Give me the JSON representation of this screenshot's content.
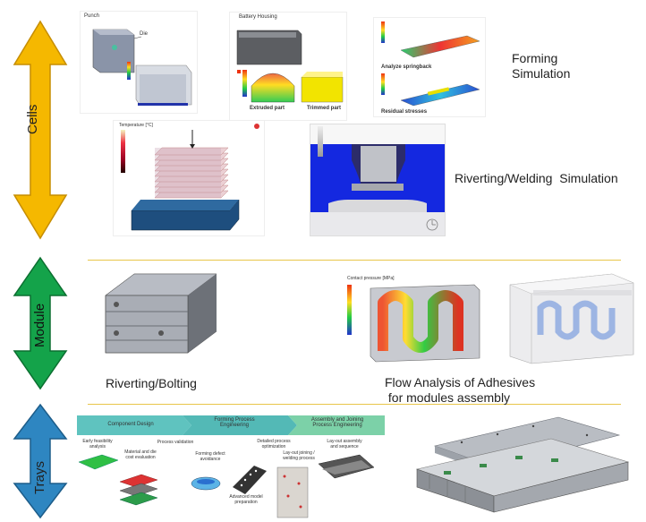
{
  "colors": {
    "cells": "#f5b800",
    "module": "#14a34a",
    "trays": "#2e86c1",
    "separator": "#e8c64a",
    "steps": "#3fb5b3"
  },
  "arrows": {
    "cells": "Cells",
    "module": "Module",
    "trays": "Trays"
  },
  "sections": {
    "forming": "Forming\nSimulation",
    "riveting_welding": "Riverting/Welding  Simulation",
    "riveting_bolting": "Riverting/Bolting",
    "flow_analysis": "Flow Analysis of Adhesives\n for modules assembly"
  },
  "images": {
    "punch": {
      "punch": "Punch",
      "die": "Die"
    },
    "battery": {
      "title": "Battery Housing",
      "extruded": "Extruded part",
      "trimmed": "Trimmed part"
    },
    "springback": {
      "analyze": "Analyze springback",
      "residual": "Residual stresses"
    },
    "weld_legend": "Temperature [°C]",
    "flow_legend": "Contact pressure [MPa]"
  },
  "process": {
    "steps": [
      "Component Design",
      "Forming Process\nEngineering",
      "Assembly and Joining\nProcess Engineering"
    ],
    "items": [
      "Early feasibility\nanalysis",
      "Material and die\ncost evaluation",
      "Process validation",
      "Forming defect\navoidance",
      "Advanced model\npreparation",
      "Detailed process\noptimization",
      "Lay-out joining /\nwelding process",
      "Lay-out assembly\nand sequence"
    ]
  }
}
